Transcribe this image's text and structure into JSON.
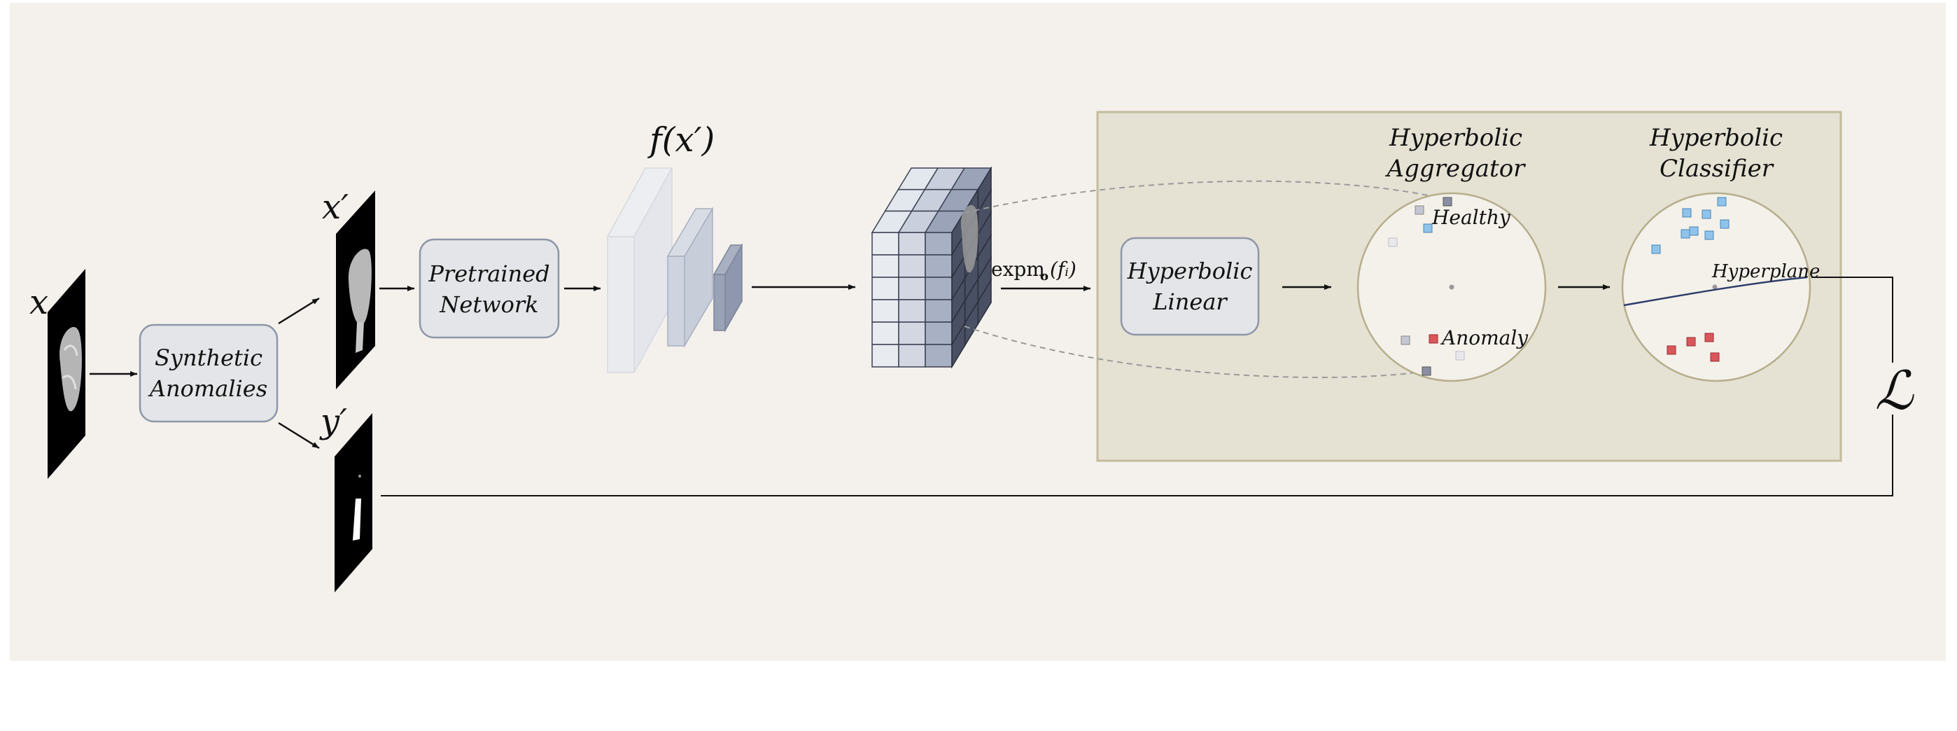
{
  "labels": {
    "x": "x",
    "x_prime": "x′",
    "y_prime": "y′",
    "f_x_prime": "f(x′)",
    "loss": "ℒ",
    "expmap_main": "expm",
    "expmap_sub": "o",
    "expmap_arg": "(fᵢ)"
  },
  "boxes": {
    "synthetic": [
      "Synthetic",
      "Anomalies"
    ],
    "pretrained": [
      "Pretrained",
      "Network"
    ],
    "linear": [
      "Hyperbolic",
      "Linear"
    ]
  },
  "titles": {
    "aggregator": [
      "Hyperbolic",
      "Aggregator"
    ],
    "classifier": [
      "Hyperbolic",
      "Classifier"
    ]
  },
  "disk_labels": {
    "healthy": "Healthy",
    "anomaly": "Anomaly",
    "hyperplane": "Hyperplane"
  },
  "colors": {
    "background": "#f4f1ec",
    "panel": "#e5e1d3",
    "panel_border": "#c2bc9c",
    "box_fill": "#e4e5e8",
    "box_border": "#8e96a8",
    "healthy": "#8fc3ea",
    "anomaly": "#d9575b",
    "neutral_dark": "#8a8fa3",
    "neutral_light": "#c4c7d3"
  }
}
